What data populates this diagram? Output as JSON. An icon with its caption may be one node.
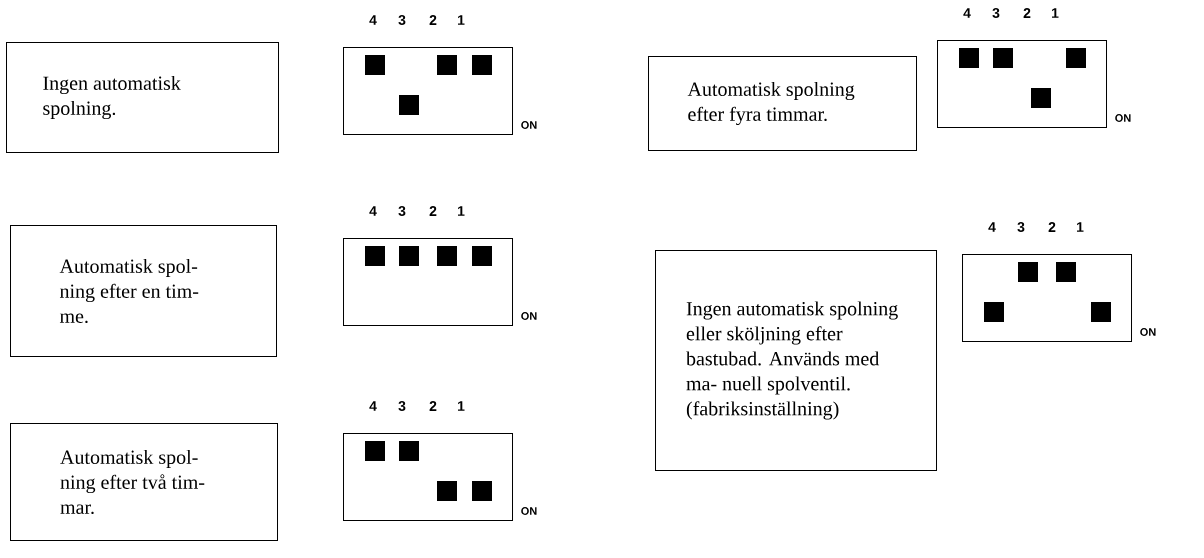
{
  "diagram": {
    "nodes": [
      {
        "text": [
          "Ingen automatisk spolning."
        ]
      },
      {
        "text": [
          "4",
          "3",
          "2",
          "1"
        ],
        "beside": [
          "ON"
        ]
      },
      {
        "text": [
          "Automatisk spolning efter fyra timmar."
        ]
      },
      {
        "text": [
          "4",
          "3",
          "2",
          "1"
        ],
        "beside": [
          "ON"
        ]
      },
      {
        "text": [
          "Automatisk spol- ning efter en tim- me."
        ]
      },
      {
        "text": [
          "4",
          "3",
          "2",
          "1"
        ],
        "beside": [
          "ON"
        ]
      },
      {
        "text": [
          "Ingen automatisk spolning eller sköljning efter bastubad. Används med ma- nuell spolventil. (fabriksinställning)"
        ]
      },
      {
        "text": [
          "4",
          "3",
          "2",
          "1"
        ],
        "beside": [
          "ON"
        ]
      },
      {
        "text": [
          "Automatisk spol- ning efter två tim- mar."
        ]
      },
      {
        "text": [
          "4",
          "3",
          "2",
          "1"
        ],
        "beside": [
          "ON"
        ]
      }
    ],
    "edges": []
  }
}
